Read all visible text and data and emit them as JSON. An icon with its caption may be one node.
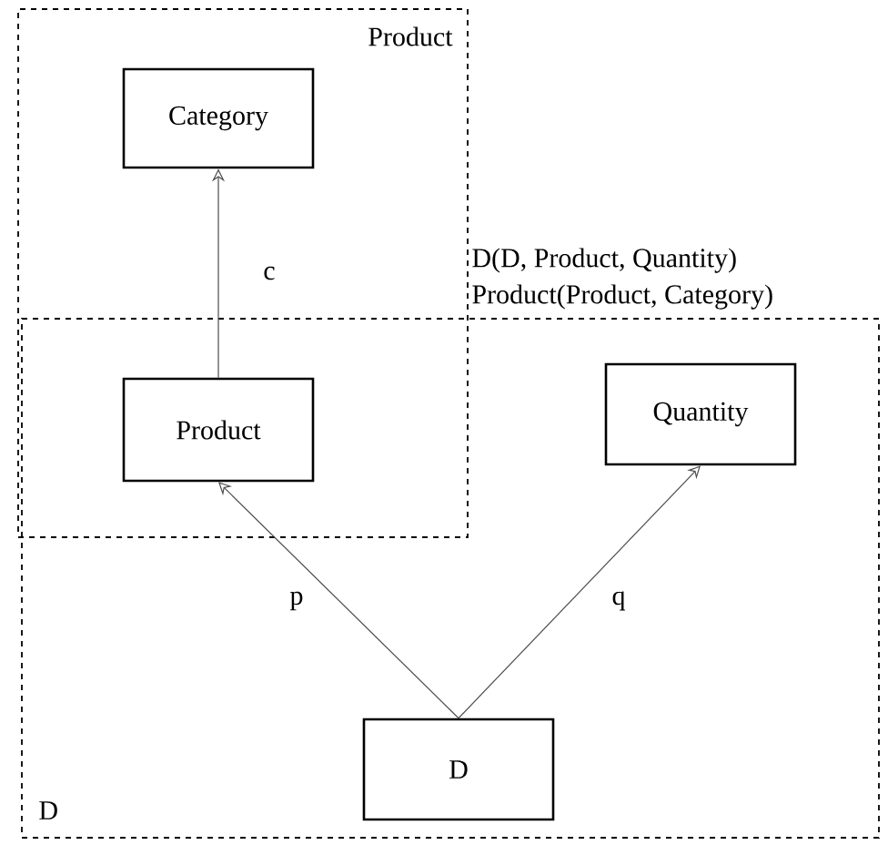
{
  "diagram": {
    "nodes": [
      {
        "text": [
          "Product"
        ]
      },
      {
        "text": [
          "Category"
        ],
        "in": 0
      },
      {
        "text": [
          "D"
        ]
      },
      {
        "text": [
          "Product"
        ]
      },
      {
        "text": [
          "Quantity"
        ],
        "in": 2
      },
      {
        "text": [
          "D"
        ],
        "in": 2
      }
    ],
    "edges": [
      {
        "from": 3,
        "to": 1,
        "arrow": "to",
        "label": "c"
      },
      {
        "from": 5,
        "to": 3,
        "arrow": "to",
        "label": "p"
      },
      {
        "from": 5,
        "to": 4,
        "arrow": "to",
        "label": "q"
      }
    ],
    "labels": [
      "D(D, Product, Quantity)",
      "Product(Product,  Category)"
    ]
  }
}
